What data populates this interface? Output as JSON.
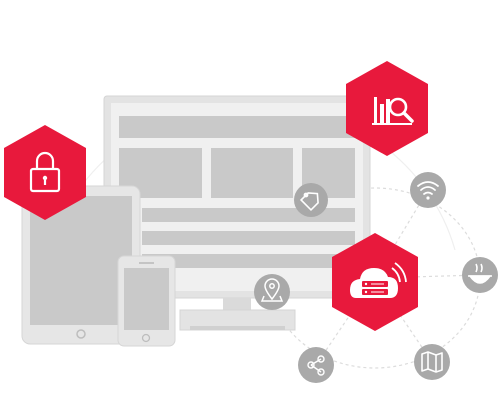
{
  "colors": {
    "accent_red": "#e8193c",
    "device_gray": "#e0e0e0",
    "device_frame": "#cfcfcf",
    "panel_gray": "#c8c8c8",
    "icon_circle": "#a9a9a9",
    "line_dashed": "#dedede",
    "white": "#ffffff"
  },
  "illustration": {
    "red_hexagon_icons": [
      "lock-icon",
      "analytics-search-icon",
      "cloud-server-icon"
    ],
    "gray_circle_icons": [
      "price-tag-icon",
      "wifi-icon",
      "bowl-icon",
      "map-icon",
      "share-icon",
      "location-pin-icon"
    ],
    "devices": [
      "desktop-monitor",
      "tablet",
      "smartphone"
    ]
  }
}
